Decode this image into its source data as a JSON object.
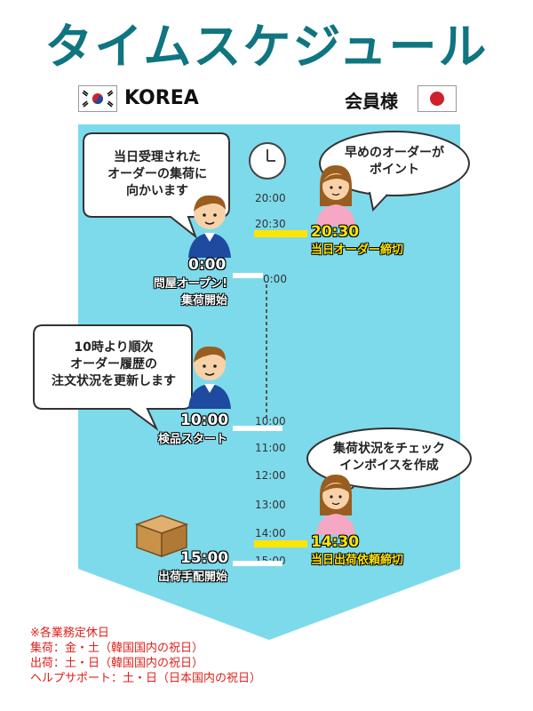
{
  "title": "タイムスケジュール",
  "left_side": {
    "label": "KOREA",
    "flag_icon": "korea-flag-icon"
  },
  "right_side": {
    "label": "会員様",
    "flag_icon": "japan-flag-icon"
  },
  "colors": {
    "panel": "#7ddaeb",
    "title": "#0f7580",
    "highlight": "#ffe400",
    "note": "#e0201b"
  },
  "bubbles": {
    "korea_1": [
      "当日受理された",
      "オーダーの集荷に",
      "向かいます"
    ],
    "korea_2": [
      "10時より順次",
      "オーダー履歴の",
      "注文状況を更新します"
    ],
    "member_1": [
      "早めのオーダーが",
      "ポイント"
    ],
    "member_2": [
      "集荷状況をチェック",
      "インボイスを作成"
    ]
  },
  "timeline_labels": [
    "20:00",
    "20:30",
    "0:00",
    "10:00",
    "11:00",
    "12:00",
    "13:00",
    "14:00",
    "15:00"
  ],
  "korea_steps": [
    {
      "time": "0:00",
      "lines": [
        "問屋オープン!",
        "集荷開始"
      ]
    },
    {
      "time": "10:00",
      "lines": [
        "検品スタート"
      ]
    },
    {
      "time": "15:00",
      "lines": [
        "出荷手配開始"
      ]
    }
  ],
  "member_steps": [
    {
      "time": "20:30",
      "lines": [
        "当日オーダー締切"
      ]
    },
    {
      "time": "14:30",
      "lines": [
        "当日出荷依頼締切"
      ]
    }
  ],
  "notes": [
    "※各業務定休日",
    "集荷：金・土（韓国国内の祝日）",
    "出荷：土・日（韓国国内の祝日）",
    "ヘルプサポート：土・日（日本国内の祝日）"
  ]
}
